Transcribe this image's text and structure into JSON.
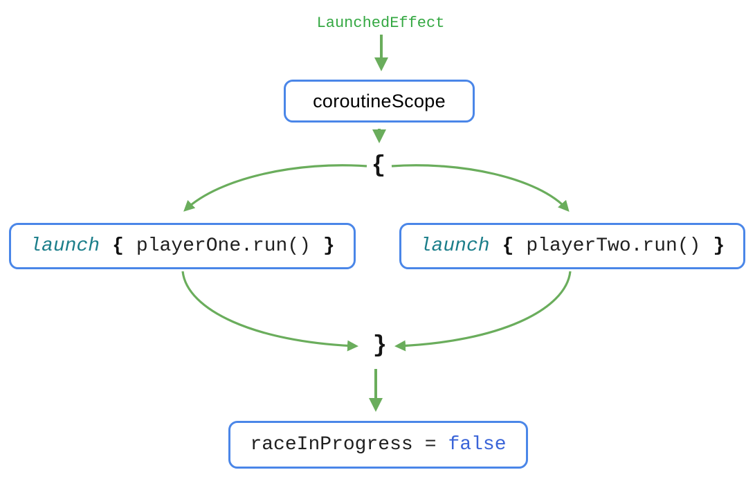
{
  "diagram": {
    "top_label": "LaunchedEffect",
    "scope_box": {
      "label": "coroutineScope"
    },
    "open_brace": "{",
    "close_brace": "}",
    "launch_left": {
      "keyword": "launch",
      "open_brace": "{",
      "call": "playerOne.run()",
      "close_brace": "}"
    },
    "launch_right": {
      "keyword": "launch",
      "open_brace": "{",
      "call": "playerTwo.run()",
      "close_brace": "}"
    },
    "result_box": {
      "variable": "raceInProgress",
      "operator": "=",
      "value": "false"
    },
    "colors": {
      "arrow_green": "#6aad5c",
      "top_label_green": "#34a842",
      "box_border_blue": "#4a86e8",
      "keyword_teal": "#1b7e8a",
      "value_blue": "#3a64d8",
      "code_text": "#1f1f1f"
    }
  }
}
